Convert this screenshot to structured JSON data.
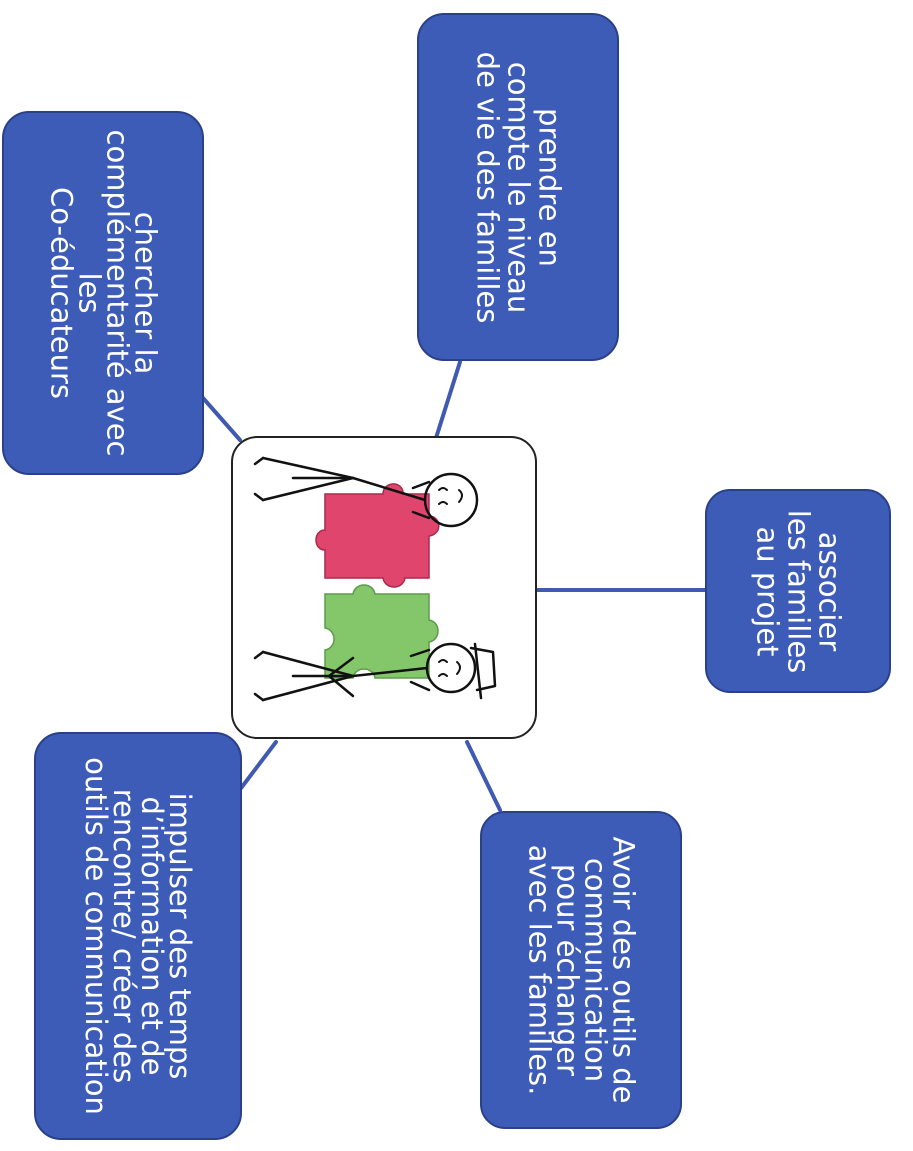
{
  "nodes": {
    "prendre": "prendre en\ncompte le niveau\nde vie des familles",
    "chercher": "chercher la\ncomplémentarité avec\nles\nCo-éducateurs",
    "associer": "associer\nles familles\nau projet",
    "avoir": "Avoir des outils de\ncommunication\npour échanger\navec les familles.",
    "impulser": "impulser des temps\nd’information et de\nrencontre/ créer des\noutils de communication"
  },
  "colors": {
    "box_fill": "#3d5cb8",
    "box_edge": "#2a418a",
    "connector": "#3f5ab0",
    "puzzle_pink": "#e0456d",
    "puzzle_green": "#84c76a"
  }
}
